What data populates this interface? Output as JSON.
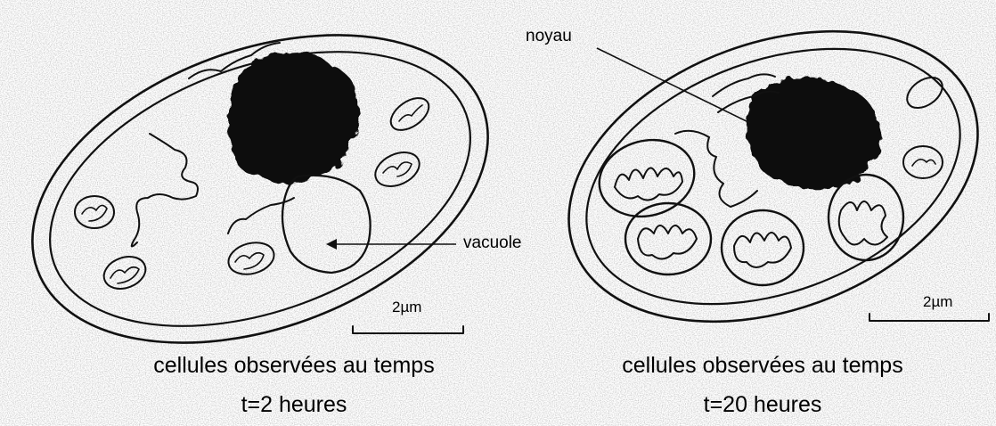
{
  "labels": {
    "nucleus": "noyau",
    "vacuole": "vacuole"
  },
  "scale_bars": {
    "left": "2µm",
    "right": "2µm"
  },
  "captions": {
    "left_line1": "cellules observées au temps",
    "left_line2": "t=2 heures",
    "right_line1": "cellules observées au temps",
    "right_line2": "t=20 heures"
  }
}
